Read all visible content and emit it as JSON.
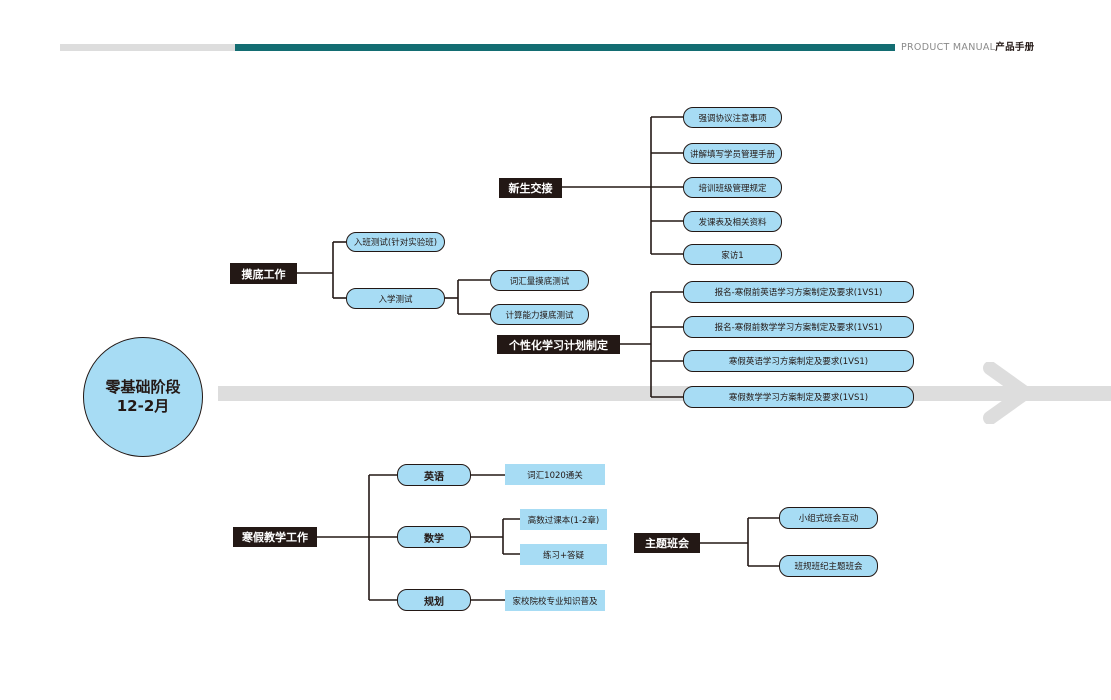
{
  "header": {
    "manual_label": "PRODUCT MANUAL",
    "manual_cn": "产品手册"
  },
  "colors": {
    "teal": "#136d72",
    "light_blue": "#a7dcf4",
    "dark": "#231815",
    "grey": "#dddddd"
  },
  "center": {
    "title": "零基础阶段",
    "subtitle": "12-2月"
  },
  "branches": {
    "mo_di": {
      "label": "摸底工作",
      "entry_test": "入班测试(针对实验班)",
      "admission_test": "入学测试",
      "vocab_test": "词汇量摸底测试",
      "calc_test": "计算能力摸底测试"
    },
    "xin_sheng": {
      "label": "新生交接",
      "items": [
        "强调协议注意事项",
        "讲解填写学员管理手册",
        "培训班级管理规定",
        "发课表及相关资料",
        "家访1"
      ]
    },
    "plan": {
      "label": "个性化学习计划制定",
      "items": [
        "报名-寒假前英语学习方案制定及要求(1VS1)",
        "报名-寒假前数学学习方案制定及要求(1VS1)",
        "寒假英语学习方案制定及要求(1VS1)",
        "寒假数学学习方案制定及要求(1VS1)"
      ]
    },
    "winter": {
      "label": "寒假教学工作",
      "english": "英语",
      "english_item": "词汇1020通关",
      "math": "数学",
      "math_items": [
        "高数过课本(1-2章)",
        "练习+答疑"
      ],
      "planning": "规划",
      "planning_item": "家校院校专业知识普及"
    },
    "theme": {
      "label": "主题班会",
      "items": [
        "小组式班会互动",
        "班规班纪主题班会"
      ]
    }
  }
}
